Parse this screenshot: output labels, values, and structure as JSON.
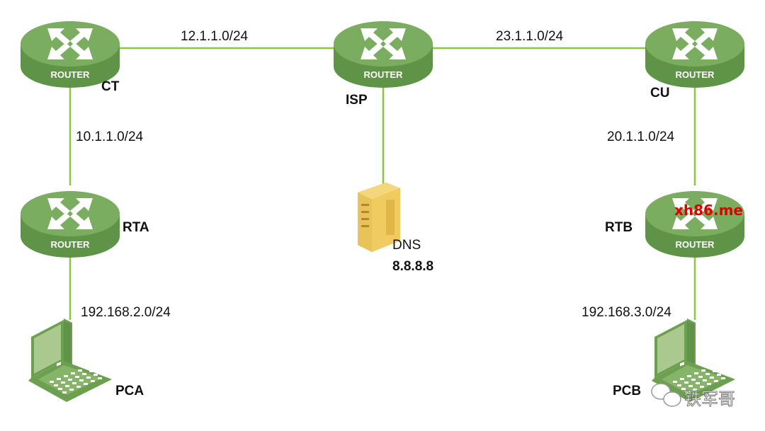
{
  "devices": {
    "ct": {
      "name": "CT",
      "type_label": "ROUTER"
    },
    "isp": {
      "name": "ISP",
      "type_label": "ROUTER"
    },
    "cu": {
      "name": "CU",
      "type_label": "ROUTER"
    },
    "rta": {
      "name": "RTA",
      "type_label": "ROUTER"
    },
    "rtb": {
      "name": "RTB",
      "type_label": "ROUTER"
    },
    "dns": {
      "name": "DNS",
      "ip": "8.8.8.8"
    },
    "pca": {
      "name": "PCA"
    },
    "pcb": {
      "name": "PCB"
    }
  },
  "links": {
    "ct_isp": "12.1.1.0/24",
    "isp_cu": "23.1.1.0/24",
    "ct_rta": "10.1.1.0/24",
    "cu_rtb": "20.1.1.0/24",
    "rta_pca": "192.168.2.0/24",
    "rtb_pcb": "192.168.3.0/24"
  },
  "watermarks": {
    "site": "xh86.me",
    "wechat": "铁军哥"
  },
  "colors": {
    "router": "#7aad5f",
    "link": "#8cc63f",
    "server": "#e8c35a",
    "watermark": "#e00000"
  }
}
